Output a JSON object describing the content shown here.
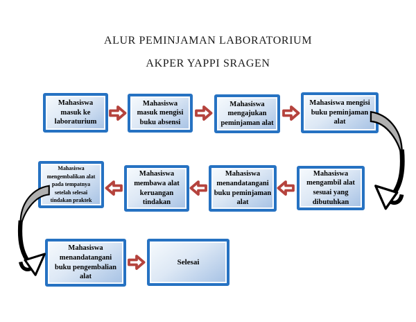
{
  "title": {
    "line1": "ALUR PEMINJAMAN LABORATORIUM",
    "line2": "AKPER YAPPI SRAGEN"
  },
  "boxes": [
    {
      "id": "masuk-laboratorium",
      "label": "Mahasiswa\nmasuk ke\nlaboraturium"
    },
    {
      "id": "mengisi-buku-absensi",
      "label": "Mahasiswa\nmasuk mengisi\nbuku absensi"
    },
    {
      "id": "mengajukan-peminjaman",
      "label": "Mahasiswa\nmengajukan\npeminjaman alat"
    },
    {
      "id": "mengisi-buku-peminjaman",
      "label": "Mahasiswa mengisi\nbuku peminjaman\nalat"
    },
    {
      "id": "mengambil-alat",
      "label": "Mahasiswa\nmengambil alat\nsesuai yang\ndibutuhkan"
    },
    {
      "id": "menandatangani-buku-peminjaman",
      "label": "Mahasiswa\nmenandatangani\nbuku peminjaman\nalat"
    },
    {
      "id": "membawa-alat",
      "label": "Mahasiswa\nmembawa alat\nkeruangan\ntindakan"
    },
    {
      "id": "mengembalikan-alat",
      "label": "Mahasiswa\nmengembalikan alat\npada tempatnya\nsetelah selesai\ntindakan praktek"
    },
    {
      "id": "menandatangani-buku-pengembalian",
      "label": "Mahasiswa\nmenandatangani\nbuku pengembalian\nalat"
    },
    {
      "id": "selesai",
      "label": "Selesai"
    }
  ],
  "icons": {
    "flow_arrow_right": "block-arrow-right",
    "flow_arrow_left": "block-arrow-left",
    "curve_arrow": "curved-down-arrow"
  },
  "colors": {
    "background": "#ffffff",
    "text": "#000000",
    "box_border": "#2672c2",
    "box_fill_top": "#f6fafd",
    "box_fill_bottom": "#a5c1e4",
    "arrow_outline": "#b5433d",
    "arrow_fill": "#ffffff",
    "curve_fill": "#b0b0b0",
    "curve_outline": "#000000"
  }
}
